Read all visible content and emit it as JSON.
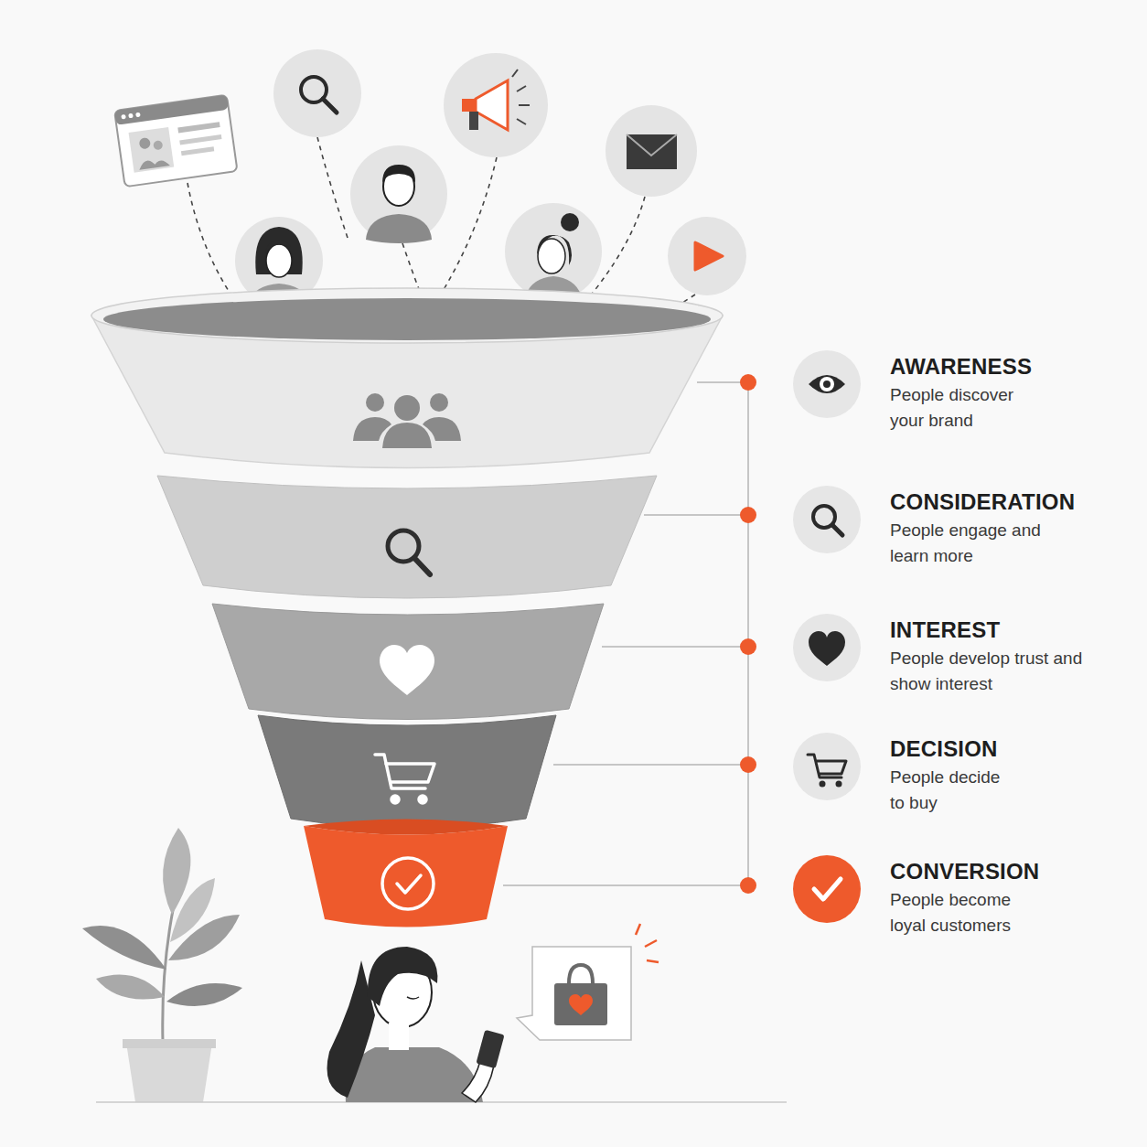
{
  "diagram": {
    "nodes": [
      {
        "text": [
          "AWARENESS",
          "People discover your brand"
        ]
      },
      {
        "text": [
          "CONSIDERATION",
          "People engage and learn more"
        ]
      },
      {
        "text": [
          "INTEREST",
          "People develop trust and show interest"
        ]
      },
      {
        "text": [
          "DECISION",
          "People decide to buy"
        ]
      },
      {
        "text": [
          "CONVERSION",
          "People become loyal customers"
        ]
      }
    ]
  }
}
